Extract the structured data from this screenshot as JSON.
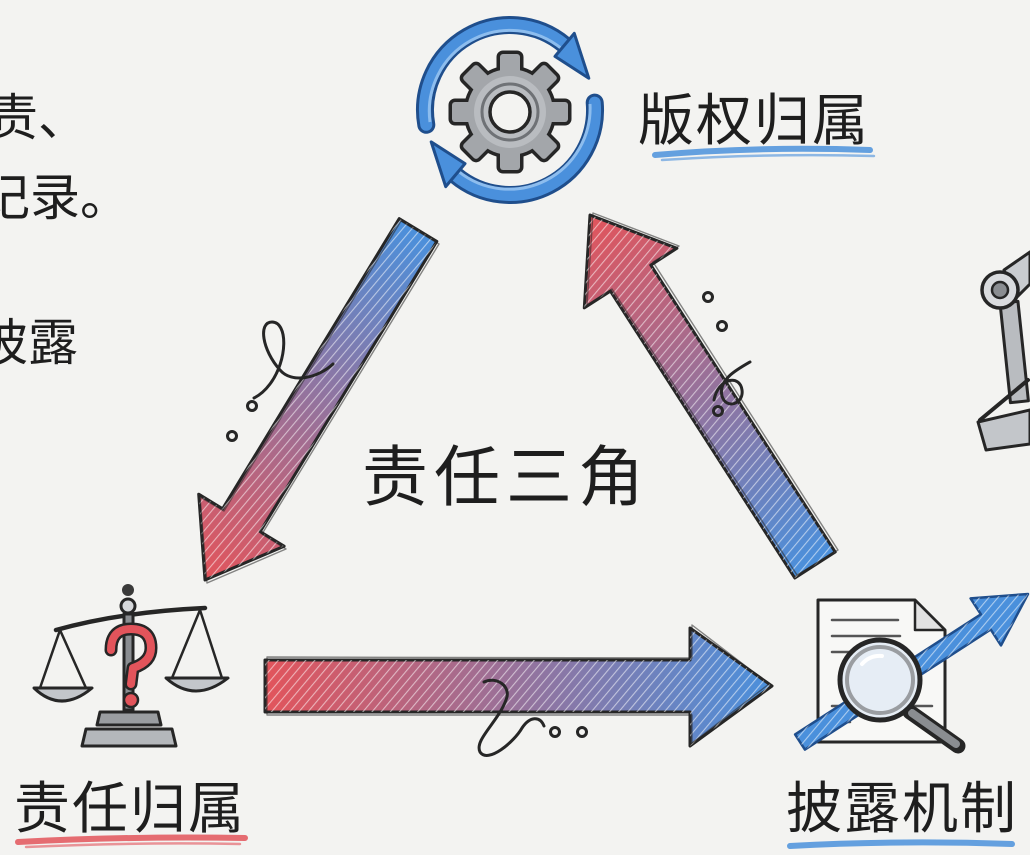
{
  "diagram": {
    "center_label": "责任三角",
    "nodes": [
      {
        "label": "版权归属",
        "icon": "gear-cycle-icon",
        "underline_color": "#4a90dc"
      },
      {
        "label": "责任归属",
        "icon": "scales-question-icon",
        "underline_color": "#e2545b"
      },
      {
        "label": "披露机制",
        "icon": "document-magnifier-trend-icon",
        "underline_color": "#4a90dc"
      }
    ],
    "edges": [
      {
        "from": 0,
        "to": 1,
        "color_from": "#4a90dc",
        "color_to": "#e2545b"
      },
      {
        "from": 1,
        "to": 2,
        "color_from": "#e2545b",
        "color_to": "#4a90dc"
      },
      {
        "from": 2,
        "to": 0,
        "color_from": "#4a90dc",
        "color_to": "#e2545b"
      }
    ]
  },
  "side_text": {
    "lines": [
      "责、",
      "记录。",
      "披露"
    ]
  },
  "right_edge": {
    "icon": "robot-arm-icon"
  },
  "colors": {
    "ink": "#262626",
    "background": "#f3f3f1",
    "blue": "#4a90dc",
    "red": "#e2545b"
  }
}
